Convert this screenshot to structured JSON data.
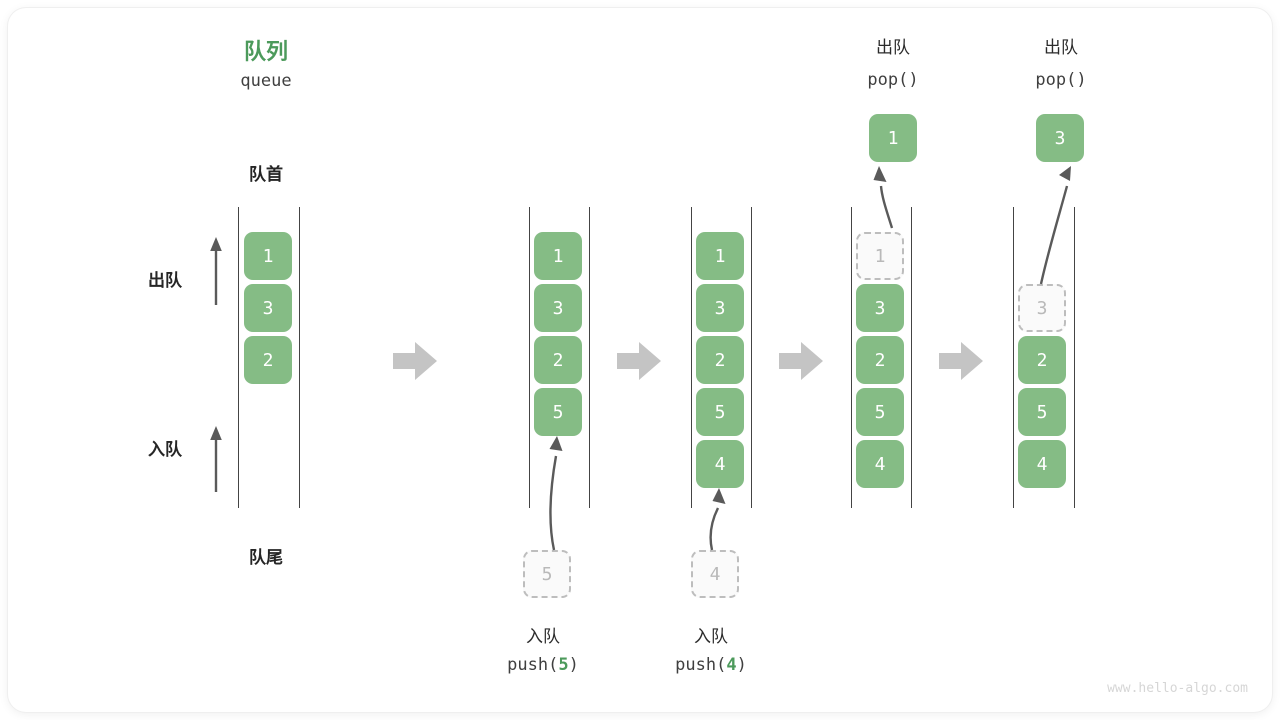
{
  "diagram": {
    "title_cn": "队列",
    "title_en": "queue",
    "front_label": "队首",
    "rear_label": "队尾",
    "dequeue_label": "出队",
    "enqueue_label": "入队",
    "watermark": "www.hello-algo.com",
    "colors": {
      "node_fill": "#85BC85",
      "node_text": "#ffffff",
      "ghost_fill": "#fafafa",
      "ghost_border": "#bdbdbd",
      "ghost_text": "#b9b9b9",
      "accent_green": "#4C9A5B",
      "rail": "#444444",
      "arrow_gray": "#c4c4c4",
      "curve_arrow": "#5a5a5a",
      "watermark": "#d6d6d6"
    }
  },
  "steps": [
    {
      "id": "initial",
      "items": [
        "1",
        "3",
        "2"
      ],
      "ghost_index": -1,
      "caption_cn": "",
      "caption_code": "",
      "incoming": null,
      "outgoing": null
    },
    {
      "id": "push-5",
      "items": [
        "1",
        "3",
        "2",
        "5"
      ],
      "ghost_index": -1,
      "caption_cn": "入队",
      "caption_code": "push(5)",
      "caption_code_value": "5",
      "incoming": "5",
      "outgoing": null
    },
    {
      "id": "push-4",
      "items": [
        "1",
        "3",
        "2",
        "5",
        "4"
      ],
      "ghost_index": -1,
      "caption_cn": "入队",
      "caption_code": "push(4)",
      "caption_code_value": "4",
      "incoming": "4",
      "outgoing": null
    },
    {
      "id": "pop-1",
      "items": [
        "1",
        "3",
        "2",
        "5",
        "4"
      ],
      "ghost_index": 0,
      "caption_cn": "出队",
      "caption_code": "pop()",
      "incoming": null,
      "outgoing": "1"
    },
    {
      "id": "pop-3",
      "items": [
        "",
        "3",
        "2",
        "5",
        "4"
      ],
      "ghost_index": 1,
      "caption_cn": "出队",
      "caption_code": "pop()",
      "incoming": null,
      "outgoing": "3"
    }
  ],
  "labels": {
    "pop_header_cn": "出队",
    "pop_header_code": "pop()",
    "push_footer_cn": "入队",
    "push5_code_prefix": "push(",
    "push5_code_value": "5",
    "push4_code_value": "4",
    "push_code_suffix": ")"
  }
}
